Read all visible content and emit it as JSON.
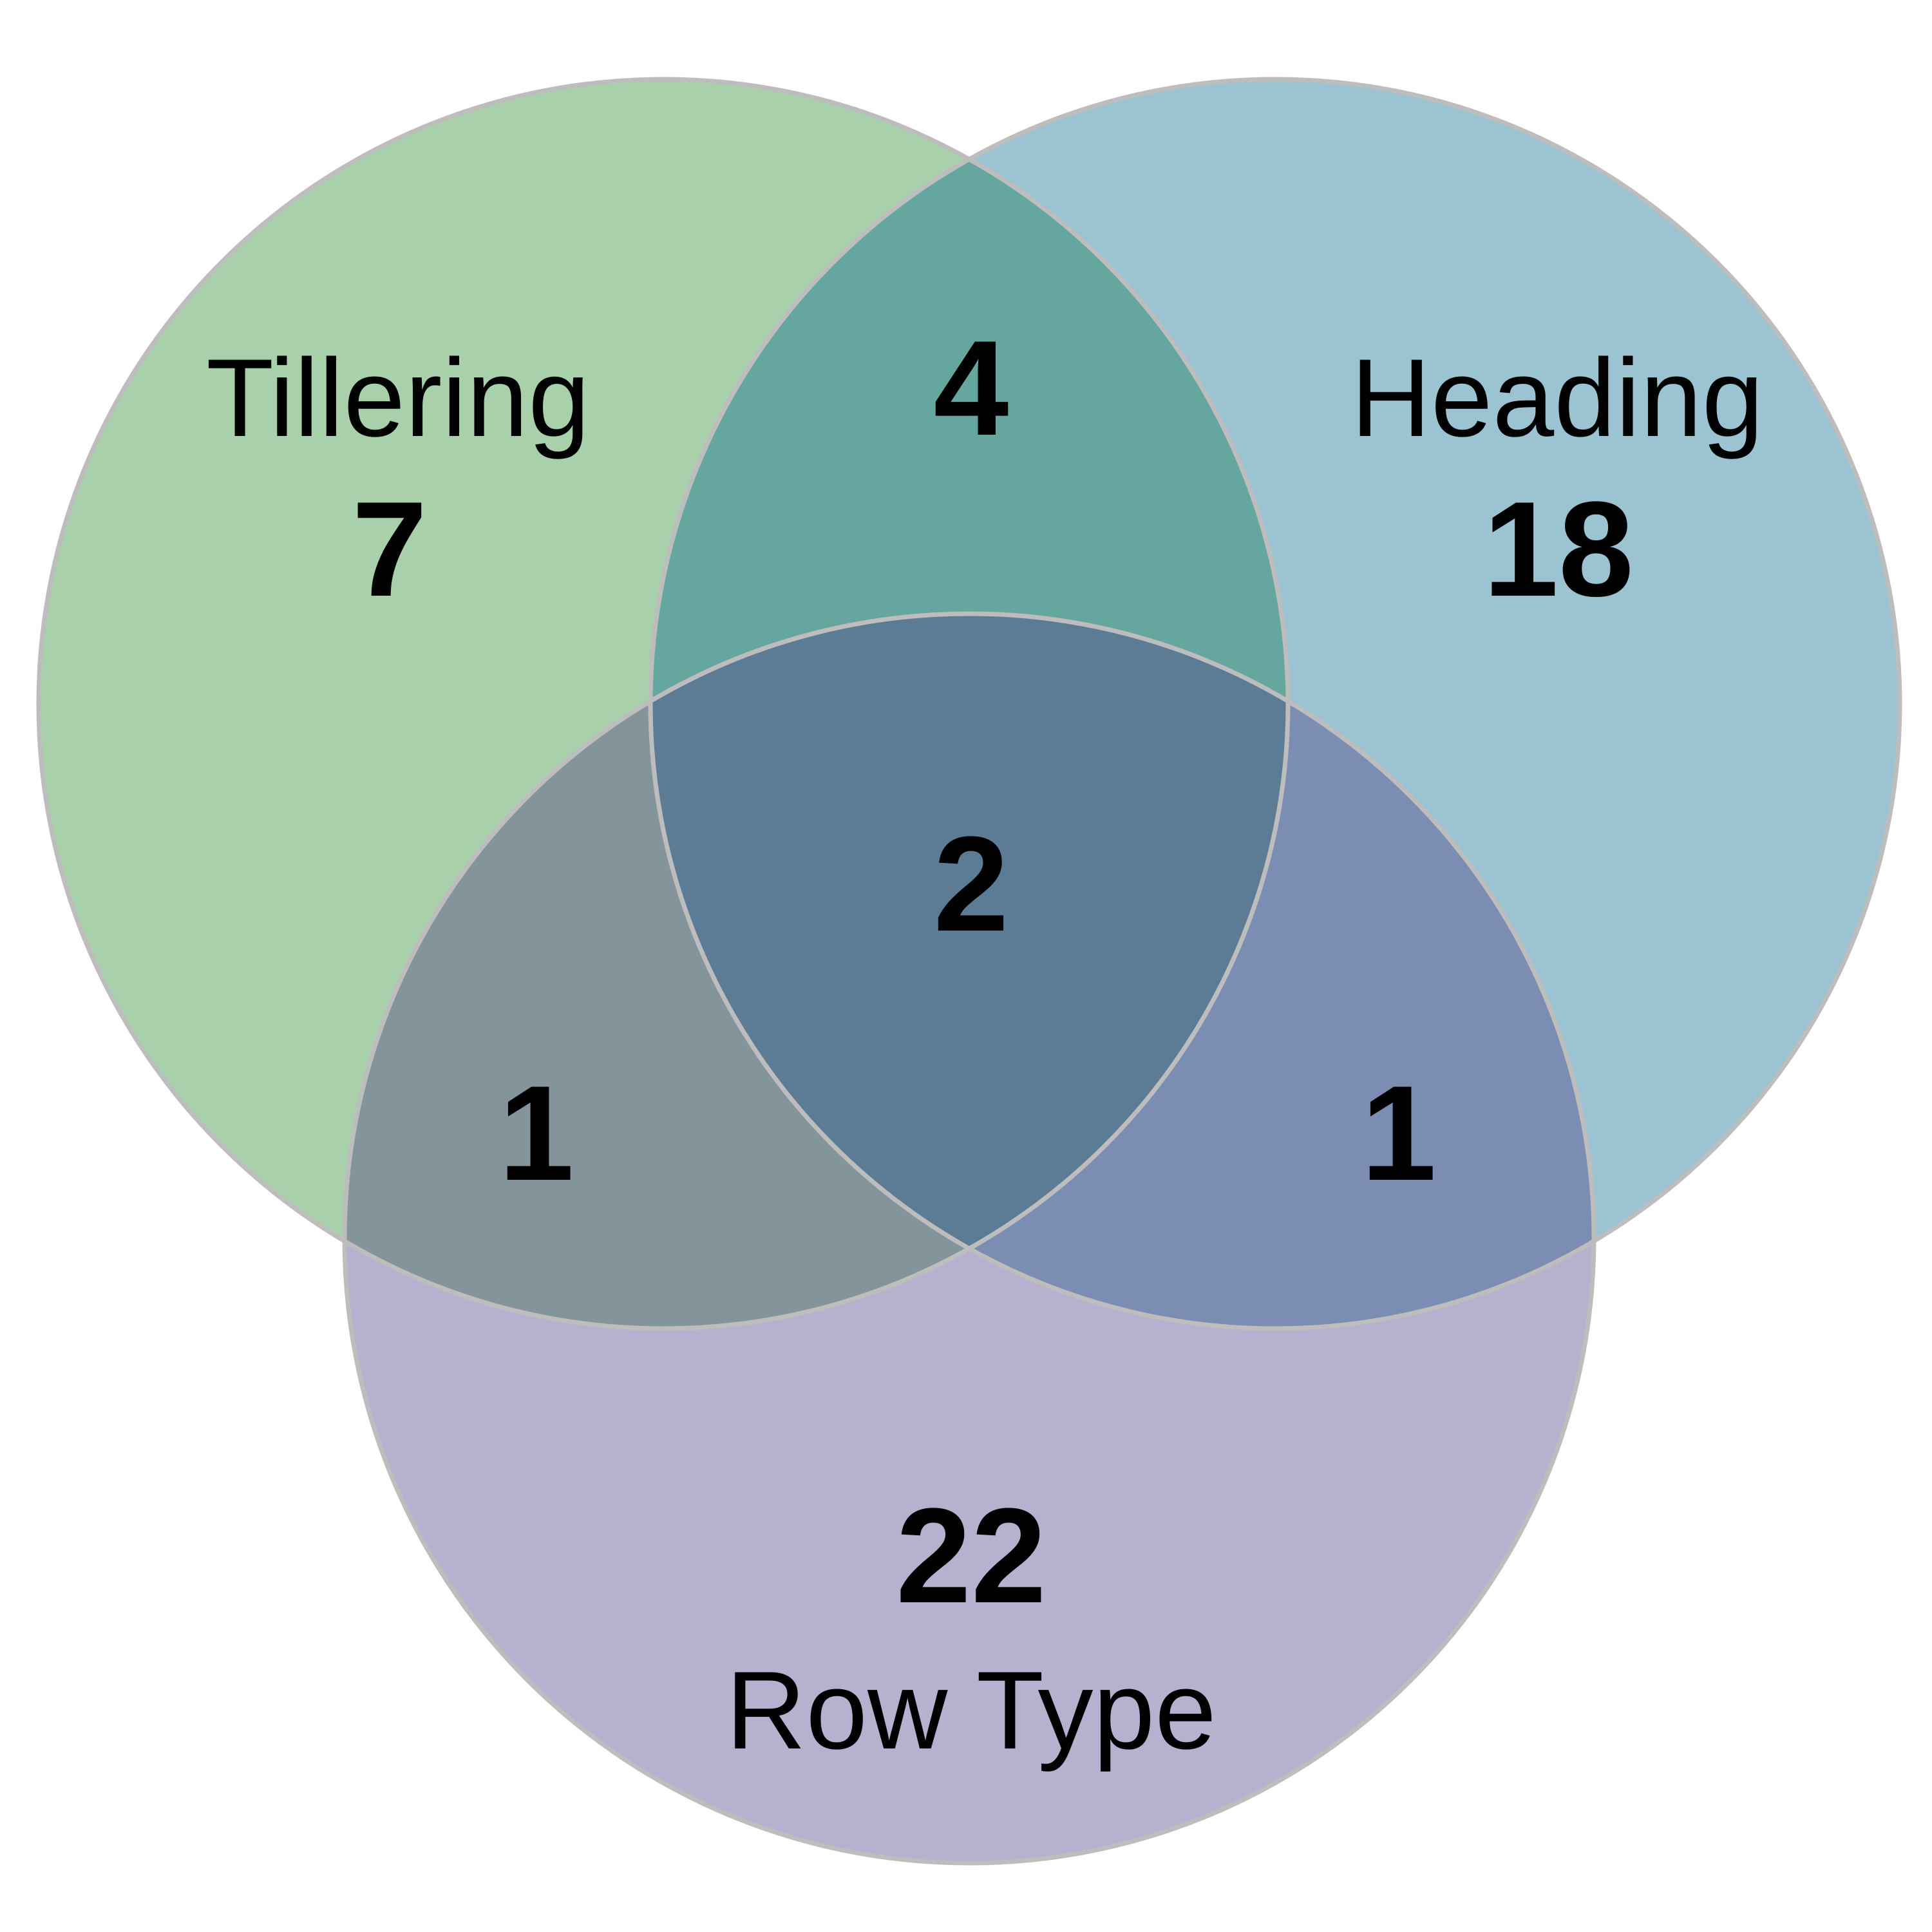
{
  "sets": [
    {
      "id": "tillering",
      "label": "Tillering",
      "color": "#a8d0aa"
    },
    {
      "id": "heading",
      "label": "Heading",
      "color": "#9bc3d1"
    },
    {
      "id": "rowtype",
      "label": "Row Type",
      "color": "#b5b1cf"
    }
  ],
  "regions": {
    "tillering_only": {
      "count": "7",
      "color": "#a8d0aa"
    },
    "heading_only": {
      "count": "18",
      "color": "#9bc3d1"
    },
    "rowtype_only": {
      "count": "22",
      "color": "#b5b1cf"
    },
    "tillering_heading": {
      "count": "4",
      "color": "#65a79e"
    },
    "tillering_rowtype": {
      "count": "1",
      "color": "#83959a"
    },
    "heading_rowtype": {
      "count": "1",
      "color": "#7b8db2"
    },
    "all_three": {
      "count": "2",
      "color": "#5b7c94"
    }
  },
  "outline_color": "#bdbdbd"
}
